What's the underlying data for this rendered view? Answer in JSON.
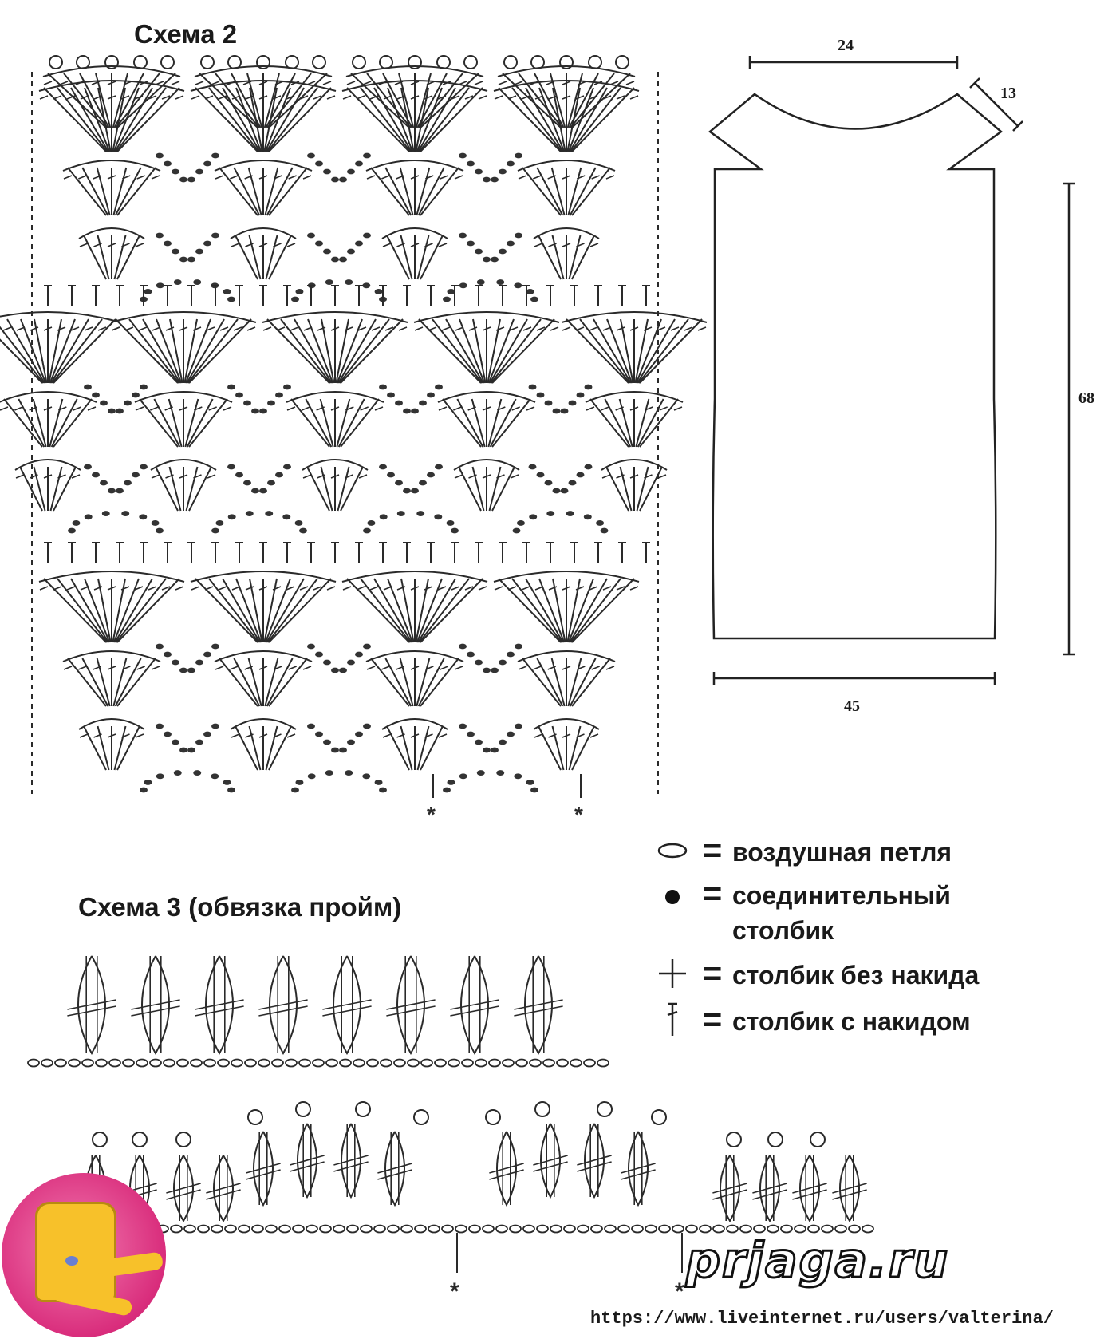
{
  "scheme2": {
    "title": "Схема 2"
  },
  "scheme3": {
    "title": "Схема 3 (обвязка пройм)"
  },
  "pattern_dims": {
    "top": "24",
    "shoulder": "13",
    "length": "68",
    "bottom": "45"
  },
  "legend": [
    {
      "symbol": "chain-icon",
      "text": "воздушная петля"
    },
    {
      "symbol": "slip-stitch-icon",
      "text": "соединительный столбик"
    },
    {
      "symbol": "single-crochet-icon",
      "text": "столбик без накида"
    },
    {
      "symbol": "double-crochet-icon",
      "text": "столбик с накидом"
    }
  ],
  "watermark": {
    "brand": "prjaga.ru",
    "url": "https://www.liveinternet.ru/users/valterina/"
  }
}
